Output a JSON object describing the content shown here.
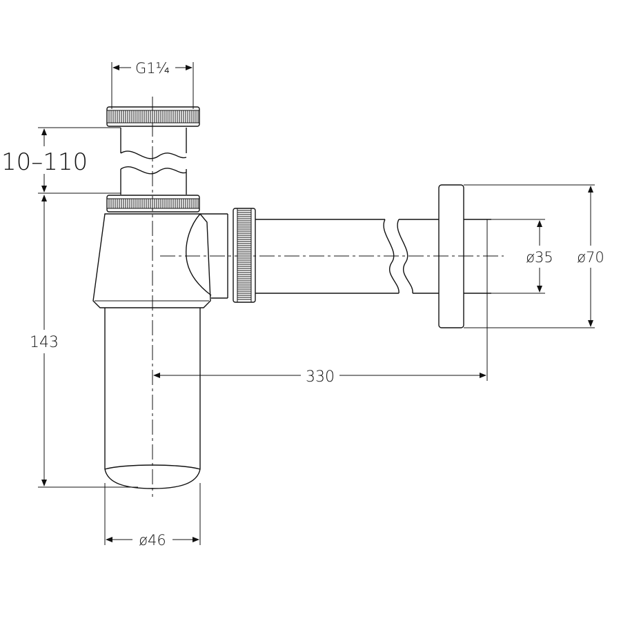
{
  "dimensions": {
    "thread_size": "G1¼",
    "adjust_range": "10–110",
    "height": "143",
    "outlet_length": "330",
    "pipe_diameter": "ø35",
    "flange_diameter": "ø70",
    "bottle_diameter": "ø46"
  },
  "colors": {
    "line": "#111111",
    "background": "#ffffff"
  }
}
